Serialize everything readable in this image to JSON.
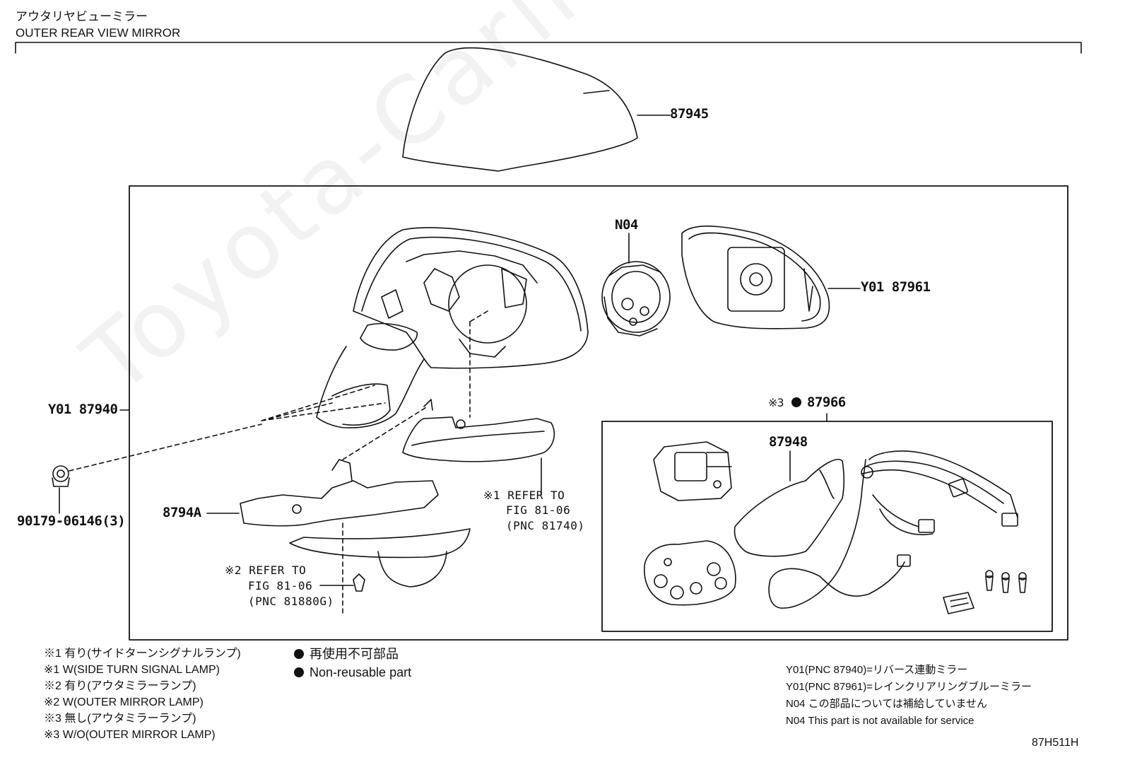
{
  "header": {
    "title_jp": "アウタリヤビューミラー",
    "title_en": "OUTER REAR VIEW MIRROR"
  },
  "parts": {
    "cover": "87945",
    "n04_label": "N04",
    "mirror_glass": "Y01 87961",
    "mirror_assy": "Y01 87940",
    "clip": "90179-06146(3)",
    "base_cover": "8794A",
    "kit": "87966",
    "kit_marker": "※3",
    "housing": "87948"
  },
  "refs": {
    "ref1_mark": "※1",
    "ref1_line1": "REFER TO",
    "ref1_line2": "FIG 81-06",
    "ref1_line3": "(PNC 81740)",
    "ref2_mark": "※2",
    "ref2_line1": "REFER TO",
    "ref2_line2": "FIG 81-06",
    "ref2_line3": "(PNC 81880G)"
  },
  "footnotes": [
    "※1 有り(サイドターンシグナルランプ)",
    "※1 W(SIDE TURN SIGNAL LAMP)",
    "※2 有り(アウタミラーランプ)",
    "※2 W(OUTER MIRROR LAMP)",
    "※3 無し(アウタミラーランプ)",
    "※3 W/O(OUTER MIRROR LAMP)"
  ],
  "legend": {
    "jp": "再使用不可部品",
    "en": "Non-reusable part"
  },
  "notes": [
    "Y01(PNC 87940)=リバース連動ミラー",
    "Y01(PNC 87961)=レインクリアリングブルーミラー",
    "N04 この部品については補給していません",
    "N04 This part is not available for service"
  ],
  "figure_code": "87H511H",
  "watermark": "Toyota-Carline.ru"
}
